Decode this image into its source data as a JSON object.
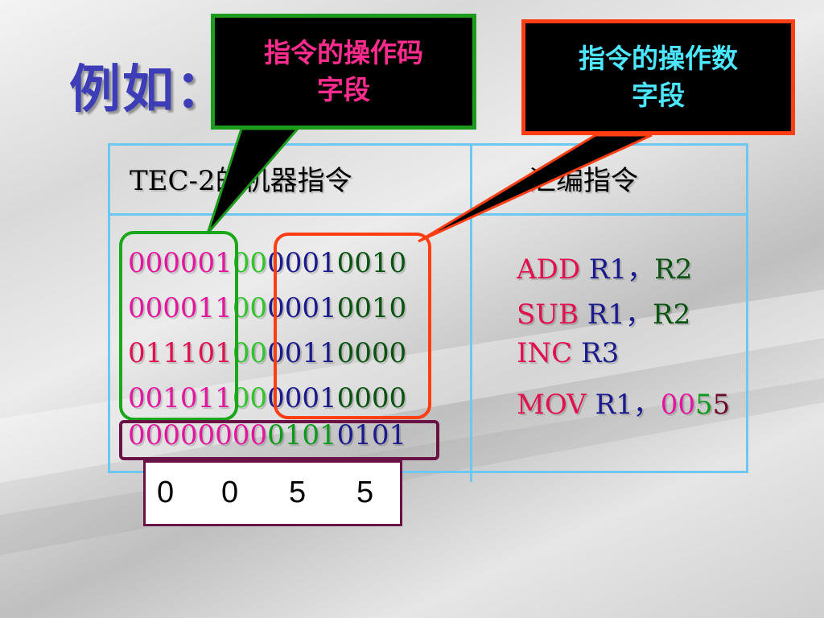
{
  "title": "例如：",
  "callouts": {
    "opcode": "指令的操作码\n字段",
    "operand": "指令的操作数\n字段"
  },
  "table": {
    "header_left": "TEC-2的机器指令",
    "header_right": "汇编指令",
    "machine_rows": [
      [
        [
          "000001",
          "mag"
        ],
        [
          "00",
          "lime"
        ],
        [
          "00010010",
          "mixed_b"
        ]
      ],
      [
        [
          "000011",
          "mag"
        ],
        [
          "00",
          "lime"
        ],
        [
          "00010010",
          "mixed_b"
        ]
      ],
      [
        [
          "011101",
          "red"
        ],
        [
          "00",
          "lime"
        ],
        [
          "00110000",
          "mixed_b"
        ]
      ],
      [
        [
          "001011",
          "mag"
        ],
        [
          "00",
          "lime"
        ],
        [
          "00010000",
          "mixed_b"
        ]
      ],
      [
        [
          "00000000",
          "mag"
        ],
        [
          "0101",
          "grn"
        ],
        [
          "0101",
          "blu"
        ]
      ]
    ],
    "asm_rows": [
      [
        [
          "ADD",
          "red"
        ],
        [
          " R1",
          "blu"
        ],
        [
          "，",
          "blu"
        ],
        [
          "R2",
          "dkg"
        ]
      ],
      [
        [
          "SUB",
          "red"
        ],
        [
          " R1",
          "blu"
        ],
        [
          "，",
          "blu"
        ],
        [
          "R2",
          "dkg"
        ]
      ],
      [
        [
          "INC",
          "red"
        ],
        [
          " R3",
          "blu"
        ]
      ],
      [
        [
          "MOV",
          "red"
        ],
        [
          " R1",
          "blu"
        ],
        [
          "，",
          "blu"
        ],
        [
          "00",
          "mag"
        ],
        [
          "5",
          "grn"
        ],
        [
          "5",
          "brn"
        ]
      ]
    ]
  },
  "hex_digits": [
    "0",
    "0",
    "5",
    "5"
  ],
  "colors": {
    "title": "#3d3db8",
    "table_border": "#6cc8f2",
    "opcode_box": "#1aa81a",
    "operand_box": "#ff3d12",
    "immediate_box": "#6a1245",
    "callout_opcode_text": "#ff2b8e",
    "callout_operand_text": "#4de6ff"
  }
}
